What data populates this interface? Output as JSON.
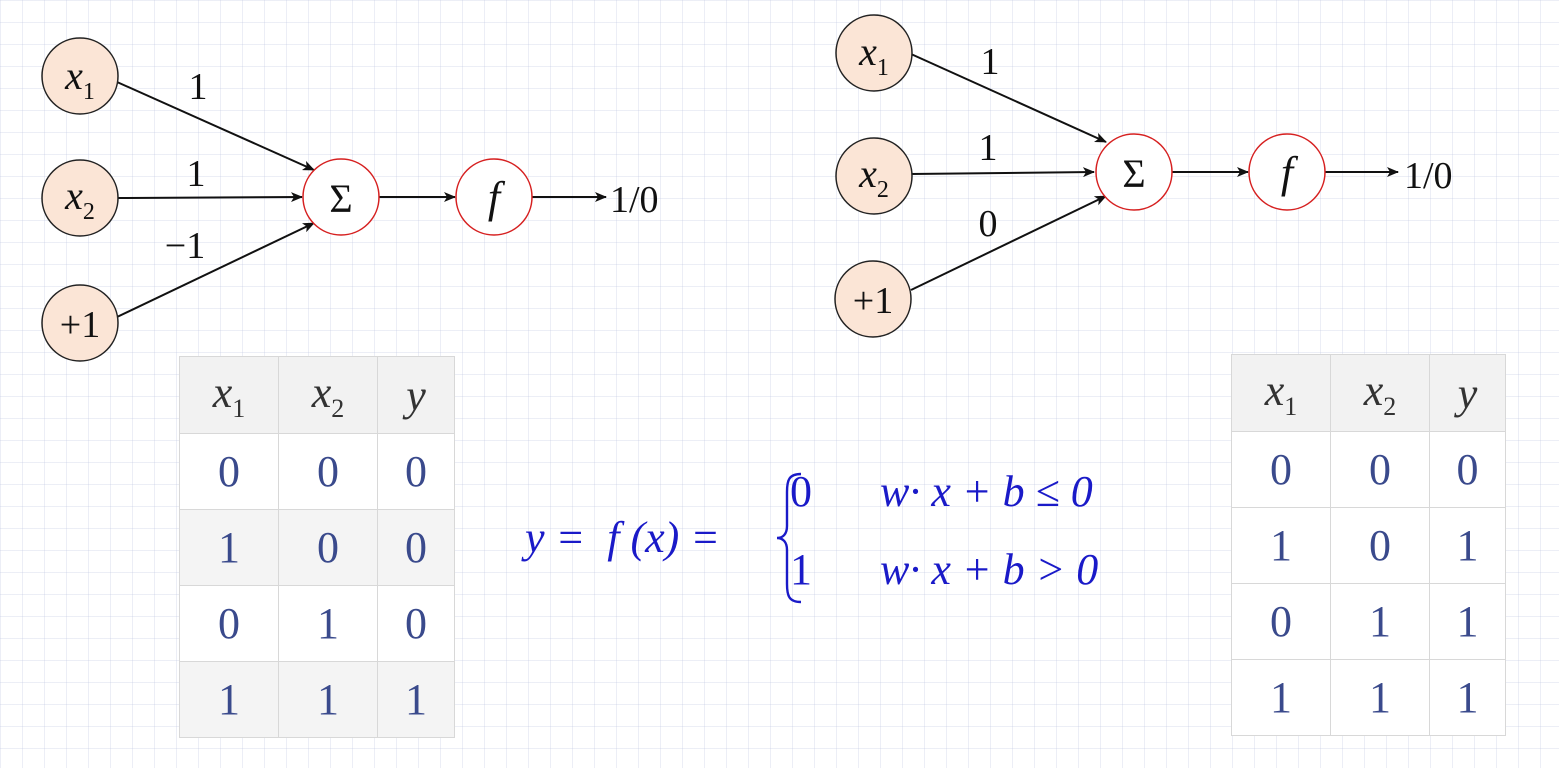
{
  "left_network": {
    "input_x1": {
      "var": "x",
      "sub": "1"
    },
    "input_x2": {
      "var": "x",
      "sub": "2"
    },
    "bias": "+1",
    "weights": [
      "1",
      "1",
      "−1"
    ],
    "sum_symbol": "Σ",
    "activation": "f",
    "output": "1/0"
  },
  "right_network": {
    "input_x1": {
      "var": "x",
      "sub": "1"
    },
    "input_x2": {
      "var": "x",
      "sub": "2"
    },
    "bias": "+1",
    "weights": [
      "1",
      "1",
      "0"
    ],
    "sum_symbol": "Σ",
    "activation": "f",
    "output": "1/0"
  },
  "left_table": {
    "headers": [
      {
        "var": "x",
        "sub": "1"
      },
      {
        "var": "x",
        "sub": "2"
      },
      {
        "var": "y",
        "sub": ""
      }
    ],
    "rows": [
      [
        "0",
        "0",
        "0"
      ],
      [
        "1",
        "0",
        "0"
      ],
      [
        "0",
        "1",
        "0"
      ],
      [
        "1",
        "1",
        "1"
      ]
    ]
  },
  "right_table": {
    "headers": [
      {
        "var": "x",
        "sub": "1"
      },
      {
        "var": "x",
        "sub": "2"
      },
      {
        "var": "y",
        "sub": ""
      }
    ],
    "rows": [
      [
        "0",
        "0",
        "0"
      ],
      [
        "1",
        "0",
        "1"
      ],
      [
        "0",
        "1",
        "1"
      ],
      [
        "1",
        "1",
        "1"
      ]
    ]
  },
  "formula": {
    "lhs": "y =  f (x) =",
    "cases": [
      {
        "value": "0",
        "condition": "w· x + b ≤ 0"
      },
      {
        "value": "1",
        "condition": "w· x + b > 0"
      }
    ]
  },
  "colors": {
    "input_fill": "#fbe5d6",
    "operator_stroke": "#d62020",
    "formula_text": "#1a1ac8",
    "table_value": "#3a4a8c"
  }
}
